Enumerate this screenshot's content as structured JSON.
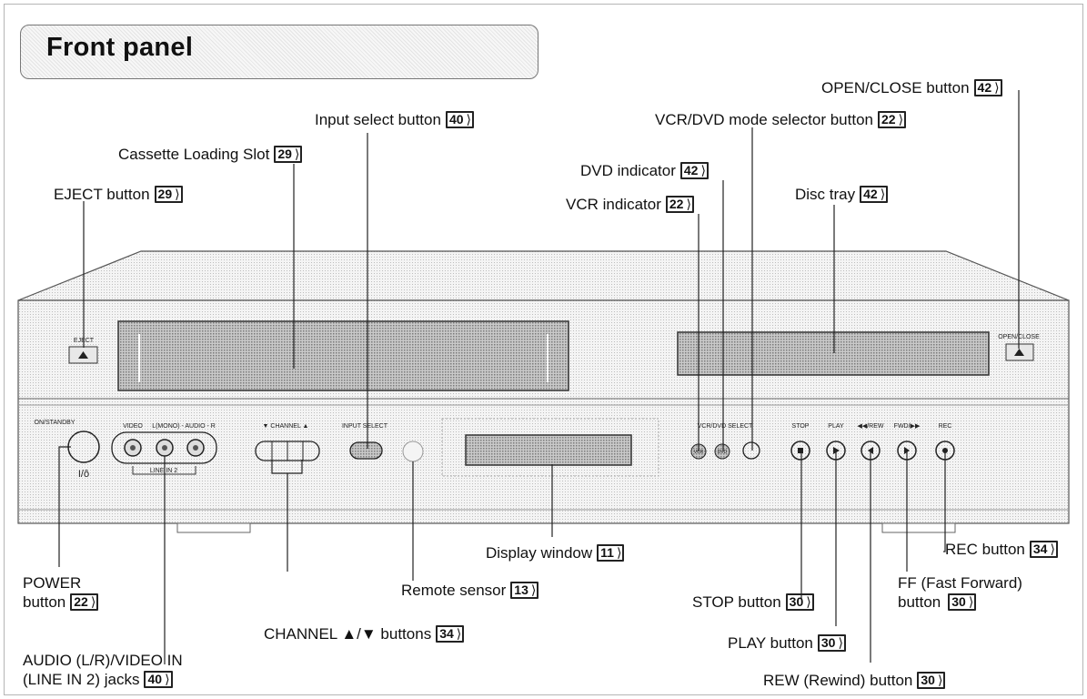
{
  "title": "Front panel",
  "callouts": [
    {
      "id": "open-close",
      "label": "OPEN/CLOSE button",
      "page": "42"
    },
    {
      "id": "input-select",
      "label": "Input select button",
      "page": "40"
    },
    {
      "id": "vcr-dvd-mode",
      "label": "VCR/DVD mode selector button",
      "page": "22"
    },
    {
      "id": "cassette-slot",
      "label": "Cassette Loading Slot",
      "page": "29"
    },
    {
      "id": "dvd-indicator",
      "label": "DVD indicator",
      "page": "42"
    },
    {
      "id": "eject",
      "label": "EJECT button",
      "page": "29"
    },
    {
      "id": "vcr-indicator",
      "label": "VCR indicator",
      "page": "22"
    },
    {
      "id": "disc-tray",
      "label": "Disc tray",
      "page": "42"
    },
    {
      "id": "display-window",
      "label": "Display window",
      "page": "11"
    },
    {
      "id": "rec",
      "label": "REC button",
      "page": "34"
    },
    {
      "id": "power",
      "label": "POWER",
      "label2": "button",
      "page": "22"
    },
    {
      "id": "remote-sensor",
      "label": "Remote sensor",
      "page": "13"
    },
    {
      "id": "stop",
      "label": "STOP button",
      "page": "30"
    },
    {
      "id": "ff",
      "label": "FF (Fast Forward)",
      "label2": "button",
      "page": "30"
    },
    {
      "id": "play",
      "label": "PLAY button",
      "page": "30"
    },
    {
      "id": "channel",
      "label": "CHANNEL ▲/▼ buttons",
      "page": "34"
    },
    {
      "id": "rew",
      "label": "REW (Rewind) button",
      "page": "30"
    },
    {
      "id": "audio-video-in",
      "label": "AUDIO (L/R)/VIDEO IN",
      "label2": "(LINE IN 2) jacks",
      "page": "40"
    }
  ],
  "panel_labels": {
    "eject": "EJECT",
    "open_close": "OPEN/CLOSE",
    "on_standby": "ON/STANDBY",
    "power_symbol": "I/ô",
    "video": "VIDEO",
    "audio": "L(MONO) - AUDIO - R",
    "line_in_2": "LINE IN 2",
    "channel": "▼ CHANNEL ▲",
    "input_select": "INPUT SELECT",
    "vcr_dvd_select": "VCR/DVD SELECT",
    "vcr": "VCR",
    "dvd": "DVD",
    "stop": "STOP",
    "play": "PLAY",
    "rew": "◀◀/REW",
    "fwd": "FWD/▶▶",
    "rec": "REC"
  }
}
